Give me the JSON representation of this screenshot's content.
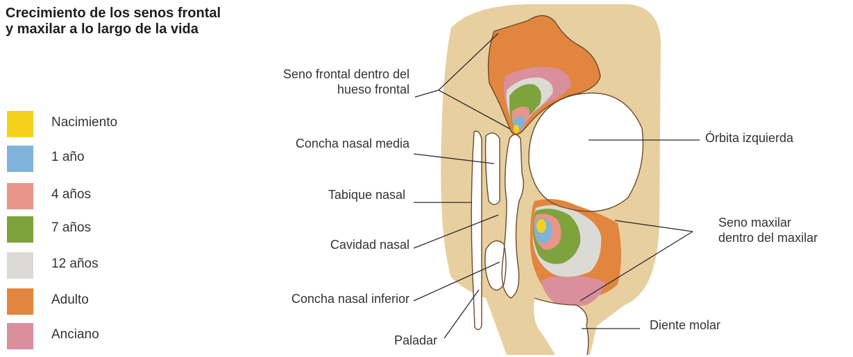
{
  "title": {
    "line1": "Crecimiento de los senos frontal",
    "line2": "y maxilar a lo largo de la vida"
  },
  "legend": [
    {
      "label": "Nacimiento",
      "color": "#f5d21a"
    },
    {
      "label": "1 año",
      "color": "#7fb3dc"
    },
    {
      "label": "4 años",
      "color": "#e8958a"
    },
    {
      "label": "7 años",
      "color": "#7ea33d"
    },
    {
      "label": "12 años",
      "color": "#dcdad4"
    },
    {
      "label": "Adulto",
      "color": "#e2853e"
    },
    {
      "label": "Anciano",
      "color": "#d98f9c"
    }
  ],
  "labels": {
    "frontal_sinus_1": "Seno frontal dentro del",
    "frontal_sinus_2": "hueso frontal",
    "middle_concha": "Concha nasal media",
    "septum": "Tabique nasal",
    "nasal_cavity": "Cavidad nasal",
    "inferior_concha": "Concha nasal inferior",
    "palate": "Paladar",
    "orbit": "Órbita izquierda",
    "maxillary_sinus_1": "Seno maxilar",
    "maxillary_sinus_2": "dentro del maxilar",
    "molar": "Diente molar"
  },
  "colors": {
    "bone": "#e8cfa0",
    "outline": "#6a4a2a",
    "cavity": "#ffffff"
  }
}
